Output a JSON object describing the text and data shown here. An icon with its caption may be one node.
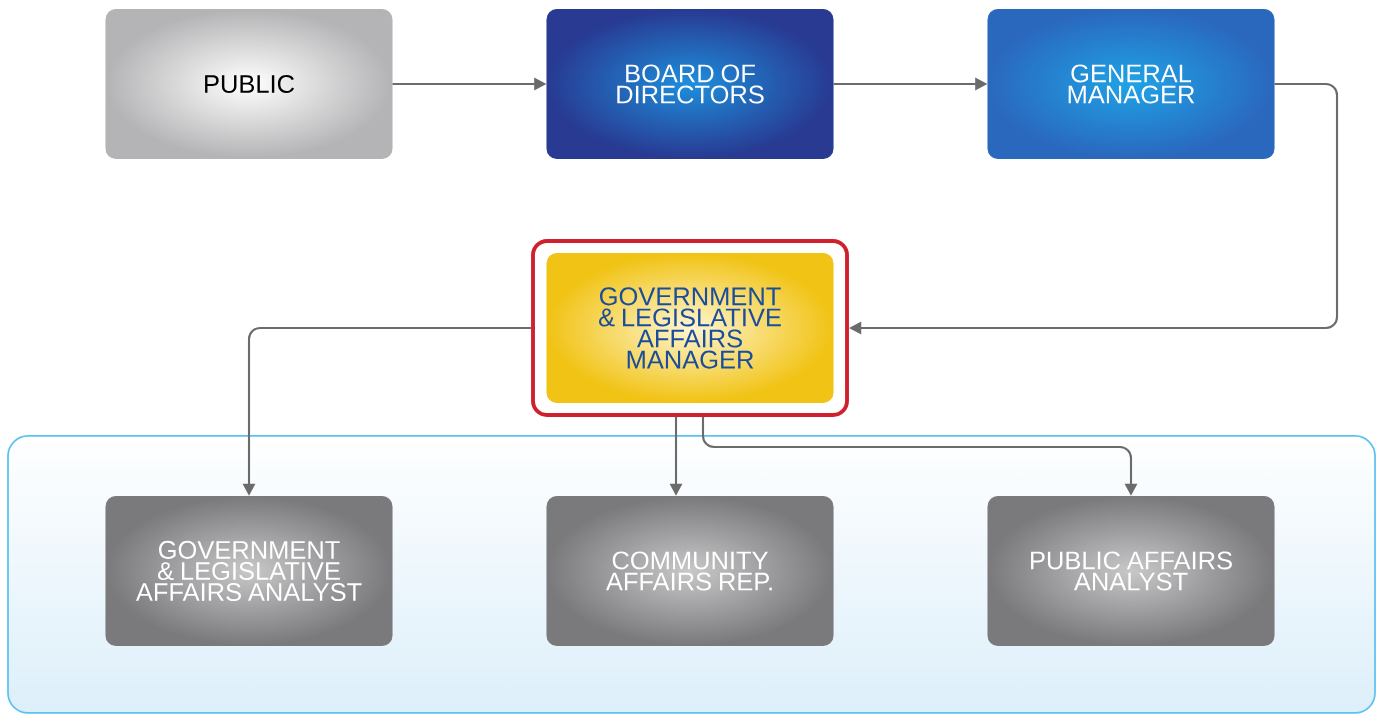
{
  "diagram": {
    "nodes": [
      {
        "text": [
          "PUBLIC"
        ]
      },
      {
        "text": [
          "BOARD OF DIRECTORS"
        ]
      },
      {
        "text": [
          "GENERAL MANAGER"
        ]
      },
      {
        "text": [
          "GOVERNMENT & LEGISLATIVE AFFAIRS MANAGER"
        ]
      },
      {
        "text": [
          "GOVERNMENT & LEGISLATIVE AFFAIRS ANALYST"
        ]
      },
      {
        "text": [
          "COMMUNITY AFFAIRS REP."
        ]
      },
      {
        "text": [
          "PUBLIC AFFAIRS ANALYST"
        ]
      }
    ],
    "edges": [
      {
        "from": 0,
        "to": 1,
        "arrow": "to"
      },
      {
        "from": 1,
        "to": 2,
        "arrow": "to"
      },
      {
        "from": 2,
        "to": 3,
        "arrow": "to"
      },
      {
        "from": 3,
        "to": 4,
        "arrow": "to"
      },
      {
        "from": 3,
        "to": 5,
        "arrow": "to"
      },
      {
        "from": 3,
        "to": 6,
        "arrow": "to"
      }
    ]
  }
}
